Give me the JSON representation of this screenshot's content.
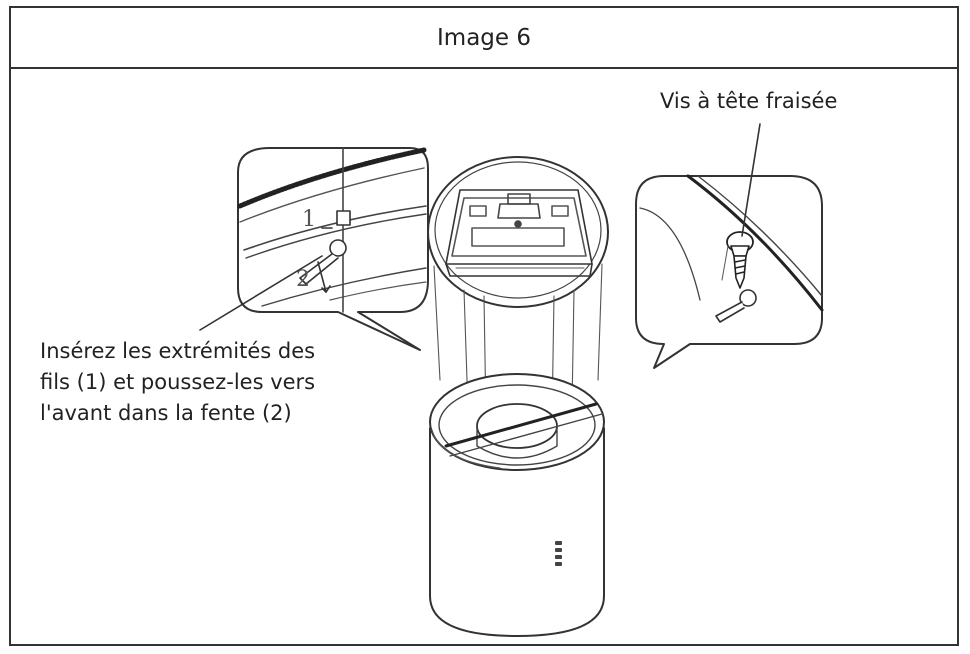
{
  "figure": {
    "title": "Image 6",
    "labels": {
      "screw": "Vis à tête fraisée",
      "wires_line1": "Insérez les extrémités des",
      "wires_line2": "fils (1) et poussez-les vers",
      "wires_line3": "l'avant dans la fente (2)"
    },
    "detail_markers": {
      "step1": "1",
      "step2": "2"
    }
  }
}
